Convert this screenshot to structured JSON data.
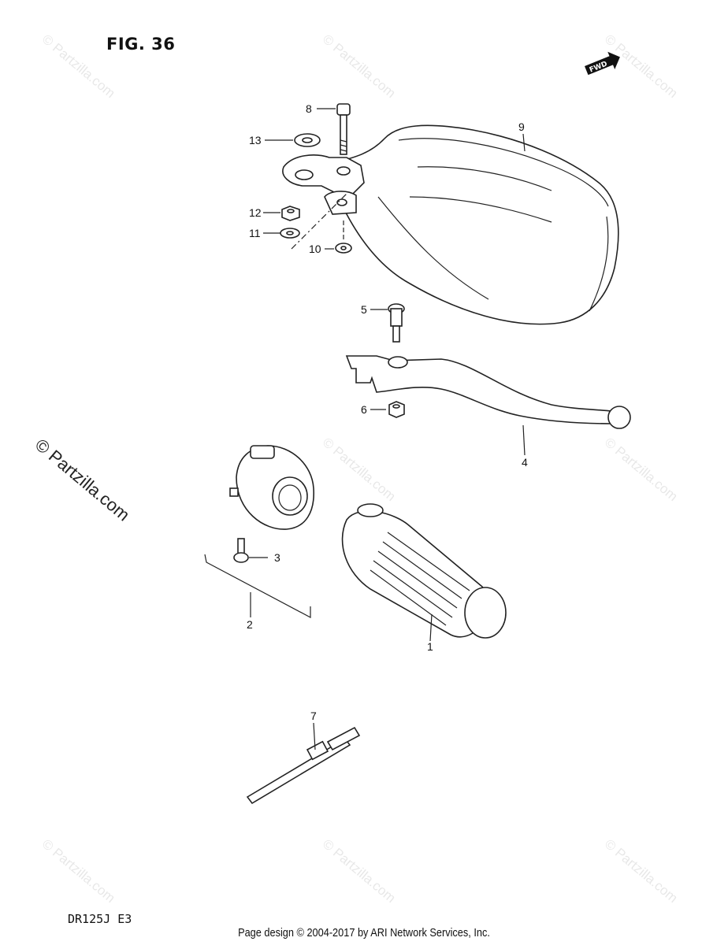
{
  "figure_label": "FIG. 36",
  "fwd_marker": "FWD",
  "model_code": "DR125J  E3",
  "footer": "Page design © 2004-2017 by ARI Network Services, Inc.",
  "watermark": "© Partzilla.com",
  "callouts": [
    {
      "num": "1",
      "part": "grip"
    },
    {
      "num": "2",
      "part": "switch-housing-assembly"
    },
    {
      "num": "3",
      "part": "screw"
    },
    {
      "num": "4",
      "part": "lever"
    },
    {
      "num": "5",
      "part": "lever-bolt"
    },
    {
      "num": "6",
      "part": "lever-nut"
    },
    {
      "num": "7",
      "part": "cable-tie"
    },
    {
      "num": "8",
      "part": "bolt"
    },
    {
      "num": "9",
      "part": "hand-guard"
    },
    {
      "num": "10",
      "part": "washer"
    },
    {
      "num": "11",
      "part": "washer"
    },
    {
      "num": "12",
      "part": "nut"
    },
    {
      "num": "13",
      "part": "washer"
    }
  ]
}
